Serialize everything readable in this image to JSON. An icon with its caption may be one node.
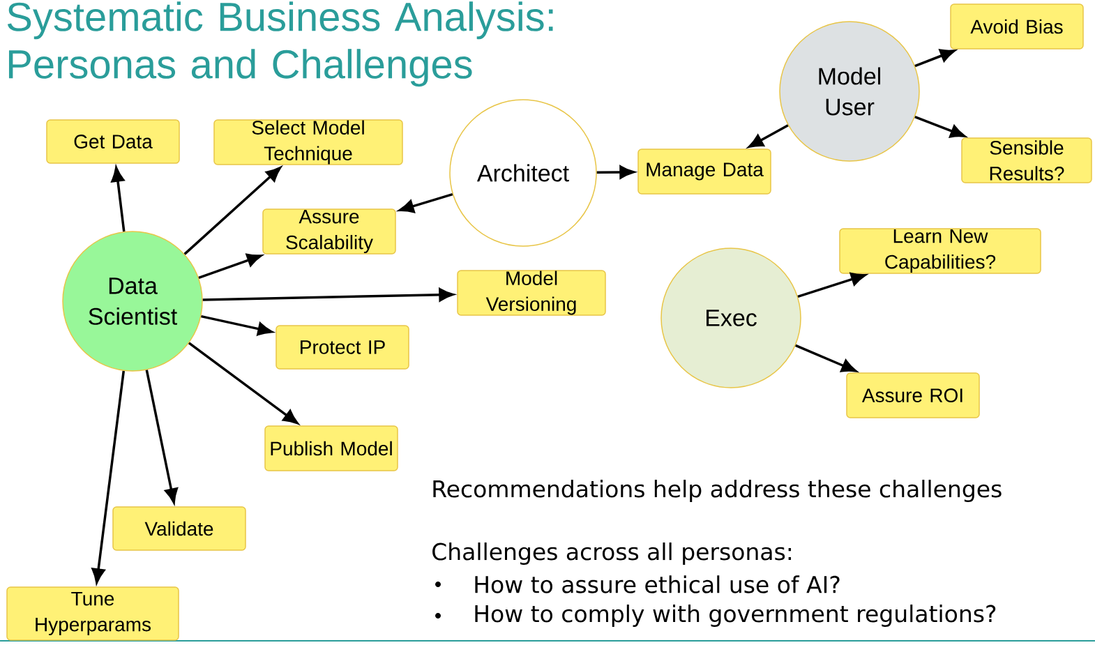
{
  "diagram": {
    "title": "Systematic Business Analysis: Personas and Challenges",
    "nodes": [
      {
        "text": [
          "Data Scientist"
        ]
      },
      {
        "text": [
          "Get Data"
        ]
      },
      {
        "text": [
          "Select Model Technique"
        ]
      },
      {
        "text": [
          "Assure Scalability"
        ]
      },
      {
        "text": [
          "Model Versioning"
        ]
      },
      {
        "text": [
          "Protect IP"
        ]
      },
      {
        "text": [
          "Publish Model"
        ]
      },
      {
        "text": [
          "Validate"
        ]
      },
      {
        "text": [
          "Tune Hyperparams"
        ]
      },
      {
        "text": [
          "Architect"
        ]
      },
      {
        "text": [
          "Manage Data"
        ]
      },
      {
        "text": [
          "Model User"
        ]
      },
      {
        "text": [
          "Avoid Bias"
        ]
      },
      {
        "text": [
          "Sensible Results?"
        ]
      },
      {
        "text": [
          "Exec"
        ]
      },
      {
        "text": [
          "Learn New Capabilities?"
        ]
      },
      {
        "text": [
          "Assure ROI"
        ]
      }
    ],
    "edges": [
      {
        "from": 0,
        "to": 1,
        "arrow": "to"
      },
      {
        "from": 0,
        "to": 2,
        "arrow": "to"
      },
      {
        "from": 0,
        "to": 3,
        "arrow": "to"
      },
      {
        "from": 0,
        "to": 4,
        "arrow": "to"
      },
      {
        "from": 0,
        "to": 5,
        "arrow": "to"
      },
      {
        "from": 0,
        "to": 6,
        "arrow": "to"
      },
      {
        "from": 0,
        "to": 7,
        "arrow": "to"
      },
      {
        "from": 0,
        "to": 8,
        "arrow": "to"
      },
      {
        "from": 9,
        "to": 3,
        "arrow": "to"
      },
      {
        "from": 9,
        "to": 10,
        "arrow": "to"
      },
      {
        "from": 11,
        "to": 10,
        "arrow": "to"
      },
      {
        "from": 11,
        "to": 12,
        "arrow": "to"
      },
      {
        "from": 11,
        "to": 13,
        "arrow": "to"
      },
      {
        "from": 14,
        "to": 15,
        "arrow": "to"
      },
      {
        "from": 14,
        "to": 16,
        "arrow": "to"
      }
    ],
    "labels": [
      "Recommendations help address these challenges",
      "Challenges across all personas:",
      "How to assure ethical use of AI?",
      "How to comply with government regulations?"
    ]
  }
}
